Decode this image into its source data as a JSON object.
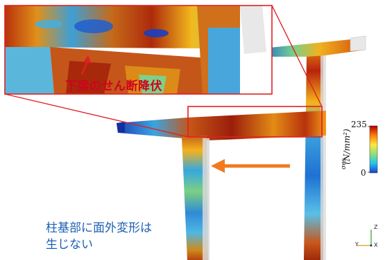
{
  "annotations": {
    "shear_failure": "下梁のせん断降伏",
    "no_out_of_plane_line1": "柱基部に面外変形は",
    "no_out_of_plane_line2": "生じない"
  },
  "colorbar": {
    "max_label": "235",
    "min_label": "0",
    "title": "(N/mm²)",
    "subtitle": "σes",
    "colors": [
      "#1a3fd0",
      "#21c3f0",
      "#8fe07a",
      "#ffe640",
      "#ff7a00",
      "#b00000"
    ]
  },
  "axes_triad": {
    "z_label": "Z",
    "y_label": "Y",
    "x_label": "X"
  },
  "load_arrow": {
    "direction": "left",
    "color": "#f07a1f"
  },
  "colors": {
    "callout_border": "#e02020",
    "stress_high": "#a31d0b",
    "stress_mid": "#f0a21a",
    "stress_low": "#2aa6e8"
  }
}
